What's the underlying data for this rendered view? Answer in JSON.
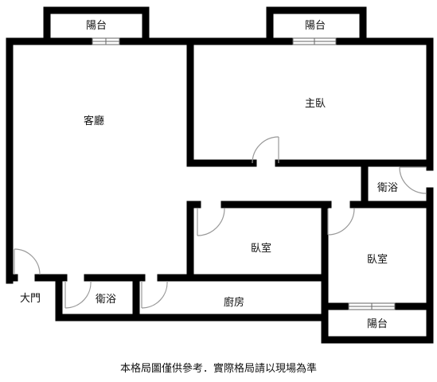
{
  "rooms": {
    "living_room": "客廳",
    "master_bedroom": "主臥",
    "master_bath": "衛浴",
    "bedroom_center": "臥室",
    "bedroom_right": "臥室",
    "bathroom": "衛浴",
    "kitchen": "廚房",
    "balcony_top_left": "陽台",
    "balcony_top_right": "陽台",
    "balcony_bottom_right": "陽台",
    "main_door": "大門"
  },
  "caption": "本格局圖僅供參考．實際格局請以現場為準",
  "colors": {
    "wall": "#000000",
    "door_arc": "#999999",
    "background": "#ffffff"
  }
}
